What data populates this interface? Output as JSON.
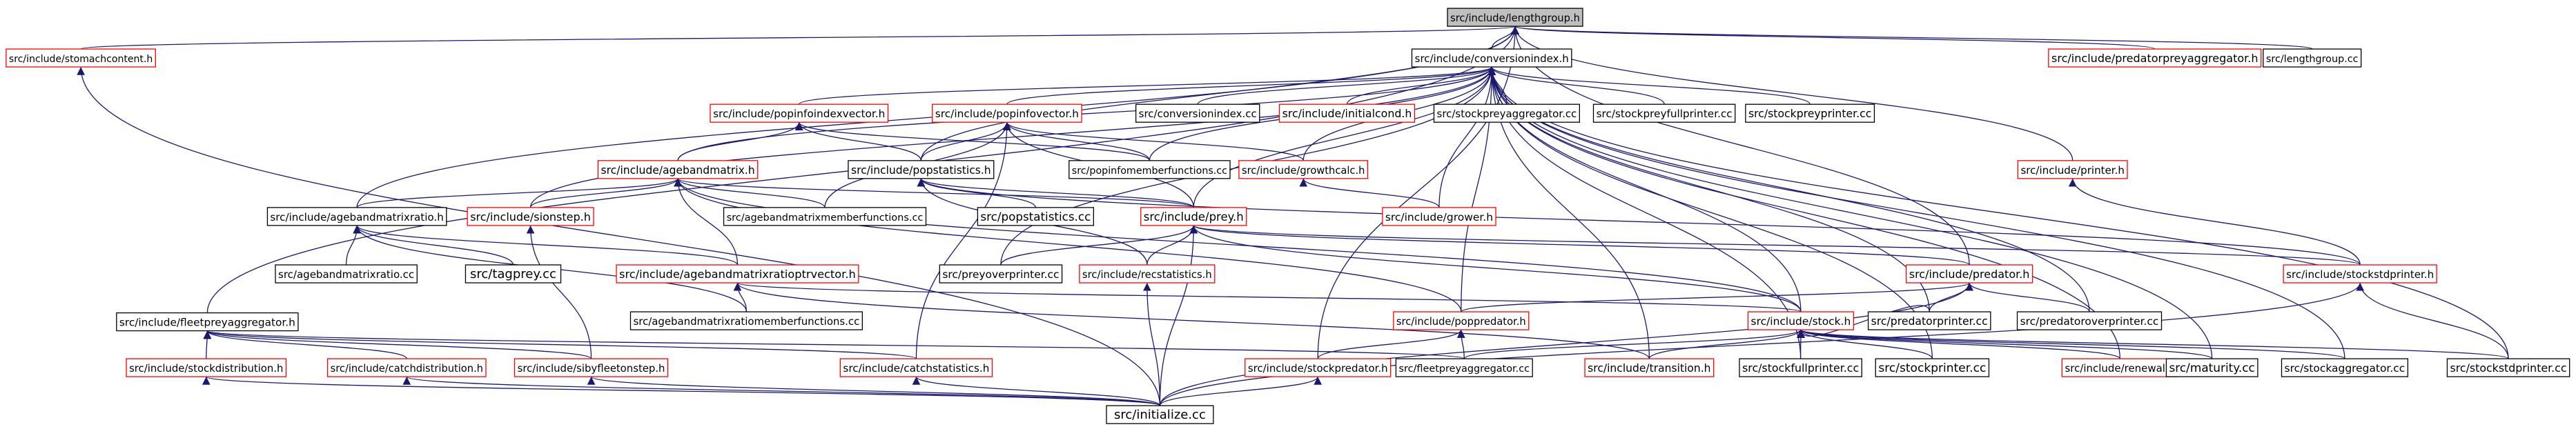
{
  "nodes": [
    {
      "id": "lengthgroup_h",
      "label": "src/include/lengthgroup.h",
      "border": "root"
    },
    {
      "id": "stomachcontent_h",
      "label": "src/include/stomachcontent.h",
      "border": "red"
    },
    {
      "id": "conversionindex_h",
      "label": "src/include/conversionindex.h",
      "border": "black"
    },
    {
      "id": "predatorpreyaggregator_h",
      "label": "src/include/predatorpreyaggregator.h",
      "border": "red"
    },
    {
      "id": "lengthgroup_cc",
      "label": "src/lengthgroup.cc",
      "border": "black"
    },
    {
      "id": "popinfoindexvector_h",
      "label": "src/include/popinfoindexvector.h",
      "border": "red"
    },
    {
      "id": "popinfovector_h",
      "label": "src/include/popinfovector.h",
      "border": "red"
    },
    {
      "id": "conversionindex_cc",
      "label": "src/conversionindex.cc",
      "border": "black"
    },
    {
      "id": "initialcond_h",
      "label": "src/include/initialcond.h",
      "border": "red"
    },
    {
      "id": "stockpreyaggregator_cc",
      "label": "src/stockpreyaggregator.cc",
      "border": "black"
    },
    {
      "id": "stockpreyfullprinter_cc",
      "label": "src/stockpreyfullprinter.cc",
      "border": "black"
    },
    {
      "id": "stockpreyprinter_cc",
      "label": "src/stockpreyprinter.cc",
      "border": "black"
    },
    {
      "id": "agebandmatrix_h",
      "label": "src/include/agebandmatrix.h",
      "border": "red"
    },
    {
      "id": "popstatistics_h",
      "label": "src/include/popstatistics.h",
      "border": "black"
    },
    {
      "id": "popinfomemberfunctions_cc",
      "label": "src/popinfomemberfunctions.cc",
      "border": "black"
    },
    {
      "id": "growthcalc_h",
      "label": "src/include/growthcalc.h",
      "border": "red"
    },
    {
      "id": "printer_h",
      "label": "src/include/printer.h",
      "border": "red"
    },
    {
      "id": "agebandmatrixratio_h",
      "label": "src/include/agebandmatrixratio.h",
      "border": "black"
    },
    {
      "id": "sionstep_h",
      "label": "src/include/sionstep.h",
      "border": "red"
    },
    {
      "id": "agebandmatrixmemberfunctions_cc",
      "label": "src/agebandmatrixmemberfunctions.cc",
      "border": "black"
    },
    {
      "id": "popstatistics_cc",
      "label": "src/popstatistics.cc",
      "border": "black"
    },
    {
      "id": "prey_h",
      "label": "src/include/prey.h",
      "border": "red"
    },
    {
      "id": "grower_h",
      "label": "src/include/grower.h",
      "border": "red"
    },
    {
      "id": "agebandmatrixratio_cc",
      "label": "src/agebandmatrixratio.cc",
      "border": "black"
    },
    {
      "id": "tagprey_cc",
      "label": "src/tagprey.cc",
      "border": "black"
    },
    {
      "id": "agebandmatrixratioptrvector_h",
      "label": "src/include/agebandmatrixratioptrvector.h",
      "border": "red"
    },
    {
      "id": "preyoverprinter_cc",
      "label": "src/preyoverprinter.cc",
      "border": "black"
    },
    {
      "id": "recstatistics_h",
      "label": "src/include/recstatistics.h",
      "border": "red"
    },
    {
      "id": "predator_h",
      "label": "src/include/predator.h",
      "border": "red"
    },
    {
      "id": "stockstdprinter_h",
      "label": "src/include/stockstdprinter.h",
      "border": "red"
    },
    {
      "id": "agebandmatrixratiomemberfunctions_cc",
      "label": "src/agebandmatrixratiomemberfunctions.cc",
      "border": "black"
    },
    {
      "id": "fleetpreyaggregator_h",
      "label": "src/include/fleetpreyaggregator.h",
      "border": "black"
    },
    {
      "id": "poppredator_h",
      "label": "src/include/poppredator.h",
      "border": "red"
    },
    {
      "id": "stock_h",
      "label": "src/include/stock.h",
      "border": "red"
    },
    {
      "id": "predatorprinter_cc",
      "label": "src/predatorprinter.cc",
      "border": "black"
    },
    {
      "id": "predatoroverprinter_cc",
      "label": "src/predatoroverprinter.cc",
      "border": "black"
    },
    {
      "id": "stockdistribution_h",
      "label": "src/include/stockdistribution.h",
      "border": "red"
    },
    {
      "id": "catchdistribution_h",
      "label": "src/include/catchdistribution.h",
      "border": "red"
    },
    {
      "id": "sibyfleetonstep_h",
      "label": "src/include/sibyfleetonstep.h",
      "border": "red"
    },
    {
      "id": "catchstatistics_h",
      "label": "src/include/catchstatistics.h",
      "border": "red"
    },
    {
      "id": "stockpredator_h",
      "label": "src/include/stockpredator.h",
      "border": "red"
    },
    {
      "id": "fleetpreyaggregator_cc",
      "label": "src/fleetpreyaggregator.cc",
      "border": "black"
    },
    {
      "id": "transition_h",
      "label": "src/include/transition.h",
      "border": "red"
    },
    {
      "id": "stockfullprinter_cc",
      "label": "src/stockfullprinter.cc",
      "border": "black"
    },
    {
      "id": "stockprinter_cc",
      "label": "src/stockprinter.cc",
      "border": "black"
    },
    {
      "id": "renewal_h",
      "label": "src/include/renewal.h",
      "border": "red"
    },
    {
      "id": "maturity_cc",
      "label": "src/maturity.cc",
      "border": "black"
    },
    {
      "id": "stockaggregator_cc",
      "label": "src/stockaggregator.cc",
      "border": "black"
    },
    {
      "id": "stockstdprinter_cc",
      "label": "src/stockstdprinter.cc",
      "border": "black"
    },
    {
      "id": "initialize_cc",
      "label": "src/initialize.cc",
      "border": "black"
    }
  ],
  "edges": [
    [
      "stomachcontent_h",
      "lengthgroup_h"
    ],
    [
      "conversionindex_h",
      "lengthgroup_h"
    ],
    [
      "predatorpreyaggregator_h",
      "lengthgroup_h"
    ],
    [
      "lengthgroup_cc",
      "lengthgroup_h"
    ],
    [
      "agebandmatrixratio_h",
      "lengthgroup_h"
    ],
    [
      "printer_h",
      "lengthgroup_h"
    ],
    [
      "fleetpreyaggregator_h",
      "lengthgroup_h"
    ],
    [
      "predator_h",
      "lengthgroup_h"
    ],
    [
      "popstatistics_h",
      "lengthgroup_h"
    ],
    [
      "stockpredator_h",
      "lengthgroup_h"
    ],
    [
      "initialize_cc",
      "stomachcontent_h"
    ],
    [
      "popinfoindexvector_h",
      "conversionindex_h"
    ],
    [
      "popinfovector_h",
      "conversionindex_h"
    ],
    [
      "conversionindex_cc",
      "conversionindex_h"
    ],
    [
      "initialcond_h",
      "conversionindex_h"
    ],
    [
      "stockpreyaggregator_cc",
      "conversionindex_h"
    ],
    [
      "stockpreyfullprinter_cc",
      "conversionindex_h"
    ],
    [
      "stockpreyprinter_cc",
      "conversionindex_h"
    ],
    [
      "agebandmatrix_h",
      "conversionindex_h"
    ],
    [
      "popinfomemberfunctions_cc",
      "conversionindex_h"
    ],
    [
      "growthcalc_h",
      "conversionindex_h"
    ],
    [
      "sionstep_h",
      "conversionindex_h"
    ],
    [
      "prey_h",
      "conversionindex_h"
    ],
    [
      "grower_h",
      "conversionindex_h"
    ],
    [
      "preyoverprinter_cc",
      "conversionindex_h"
    ],
    [
      "poppredator_h",
      "conversionindex_h"
    ],
    [
      "stock_h",
      "conversionindex_h"
    ],
    [
      "predatorprinter_cc",
      "conversionindex_h"
    ],
    [
      "predatoroverprinter_cc",
      "conversionindex_h"
    ],
    [
      "transition_h",
      "conversionindex_h"
    ],
    [
      "stockfullprinter_cc",
      "conversionindex_h"
    ],
    [
      "stockprinter_cc",
      "conversionindex_h"
    ],
    [
      "renewal_h",
      "conversionindex_h"
    ],
    [
      "maturity_cc",
      "conversionindex_h"
    ],
    [
      "stockaggregator_cc",
      "conversionindex_h"
    ],
    [
      "stockstdprinter_cc",
      "conversionindex_h"
    ],
    [
      "agebandmatrix_h",
      "popinfoindexvector_h"
    ],
    [
      "popstatistics_h",
      "popinfoindexvector_h"
    ],
    [
      "popinfomemberfunctions_cc",
      "popinfoindexvector_h"
    ],
    [
      "popstatistics_h",
      "popinfovector_h"
    ],
    [
      "popinfomemberfunctions_cc",
      "popinfovector_h"
    ],
    [
      "growthcalc_h",
      "popinfovector_h"
    ],
    [
      "agebandmatrixmemberfunctions_cc",
      "popinfovector_h"
    ],
    [
      "prey_h",
      "popinfovector_h"
    ],
    [
      "catchstatistics_h",
      "popinfovector_h"
    ],
    [
      "agebandmatrixratio_h",
      "agebandmatrix_h"
    ],
    [
      "sionstep_h",
      "agebandmatrix_h"
    ],
    [
      "agebandmatrixmemberfunctions_cc",
      "agebandmatrix_h"
    ],
    [
      "prey_h",
      "agebandmatrix_h"
    ],
    [
      "agebandmatrixratioptrvector_h",
      "agebandmatrix_h"
    ],
    [
      "poppredator_h",
      "agebandmatrix_h"
    ],
    [
      "stock_h",
      "agebandmatrix_h"
    ],
    [
      "popstatistics_cc",
      "popstatistics_h"
    ],
    [
      "prey_h",
      "popstatistics_h"
    ],
    [
      "recstatistics_h",
      "popstatistics_h"
    ],
    [
      "stockstdprinter_h",
      "popstatistics_h"
    ],
    [
      "grower_h",
      "growthcalc_h"
    ],
    [
      "stockstdprinter_h",
      "printer_h"
    ],
    [
      "agebandmatrixratio_cc",
      "agebandmatrixratio_h"
    ],
    [
      "tagprey_cc",
      "agebandmatrixratio_h"
    ],
    [
      "agebandmatrixratioptrvector_h",
      "agebandmatrixratio_h"
    ],
    [
      "agebandmatrixratiomemberfunctions_cc",
      "agebandmatrixratio_h"
    ],
    [
      "sibyfleetonstep_h",
      "sionstep_h"
    ],
    [
      "preyoverprinter_cc",
      "prey_h"
    ],
    [
      "recstatistics_h",
      "prey_h"
    ],
    [
      "predator_h",
      "prey_h"
    ],
    [
      "stockstdprinter_h",
      "prey_h"
    ],
    [
      "stock_h",
      "prey_h"
    ],
    [
      "initialize_cc",
      "prey_h"
    ],
    [
      "agebandmatrixratiomemberfunctions_cc",
      "agebandmatrixratioptrvector_h"
    ],
    [
      "stock_h",
      "agebandmatrixratioptrvector_h"
    ],
    [
      "transition_h",
      "agebandmatrixratioptrvector_h"
    ],
    [
      "initialize_cc",
      "recstatistics_h"
    ],
    [
      "poppredator_h",
      "predator_h"
    ],
    [
      "predatorprinter_cc",
      "predator_h"
    ],
    [
      "predatoroverprinter_cc",
      "predator_h"
    ],
    [
      "initialize_cc",
      "predator_h"
    ],
    [
      "stockstdprinter_cc",
      "stockstdprinter_h"
    ],
    [
      "initialize_cc",
      "stockstdprinter_h"
    ],
    [
      "stockdistribution_h",
      "fleetpreyaggregator_h"
    ],
    [
      "catchdistribution_h",
      "fleetpreyaggregator_h"
    ],
    [
      "sibyfleetonstep_h",
      "fleetpreyaggregator_h"
    ],
    [
      "catchstatistics_h",
      "fleetpreyaggregator_h"
    ],
    [
      "fleetpreyaggregator_cc",
      "fleetpreyaggregator_h"
    ],
    [
      "stockpredator_h",
      "poppredator_h"
    ],
    [
      "fleetpreyaggregator_cc",
      "poppredator_h"
    ],
    [
      "predatorprinter_cc",
      "stock_h"
    ],
    [
      "fleetpreyaggregator_cc",
      "stock_h"
    ],
    [
      "transition_h",
      "stock_h"
    ],
    [
      "stockfullprinter_cc",
      "stock_h"
    ],
    [
      "stockprinter_cc",
      "stock_h"
    ],
    [
      "renewal_h",
      "stock_h"
    ],
    [
      "maturity_cc",
      "stock_h"
    ],
    [
      "stockaggregator_cc",
      "stock_h"
    ],
    [
      "stockstdprinter_cc",
      "stock_h"
    ],
    [
      "initialize_cc",
      "stockdistribution_h"
    ],
    [
      "initialize_cc",
      "catchdistribution_h"
    ],
    [
      "initialize_cc",
      "sibyfleetonstep_h"
    ],
    [
      "initialize_cc",
      "catchstatistics_h"
    ],
    [
      "initialize_cc",
      "stockpredator_h"
    ]
  ]
}
